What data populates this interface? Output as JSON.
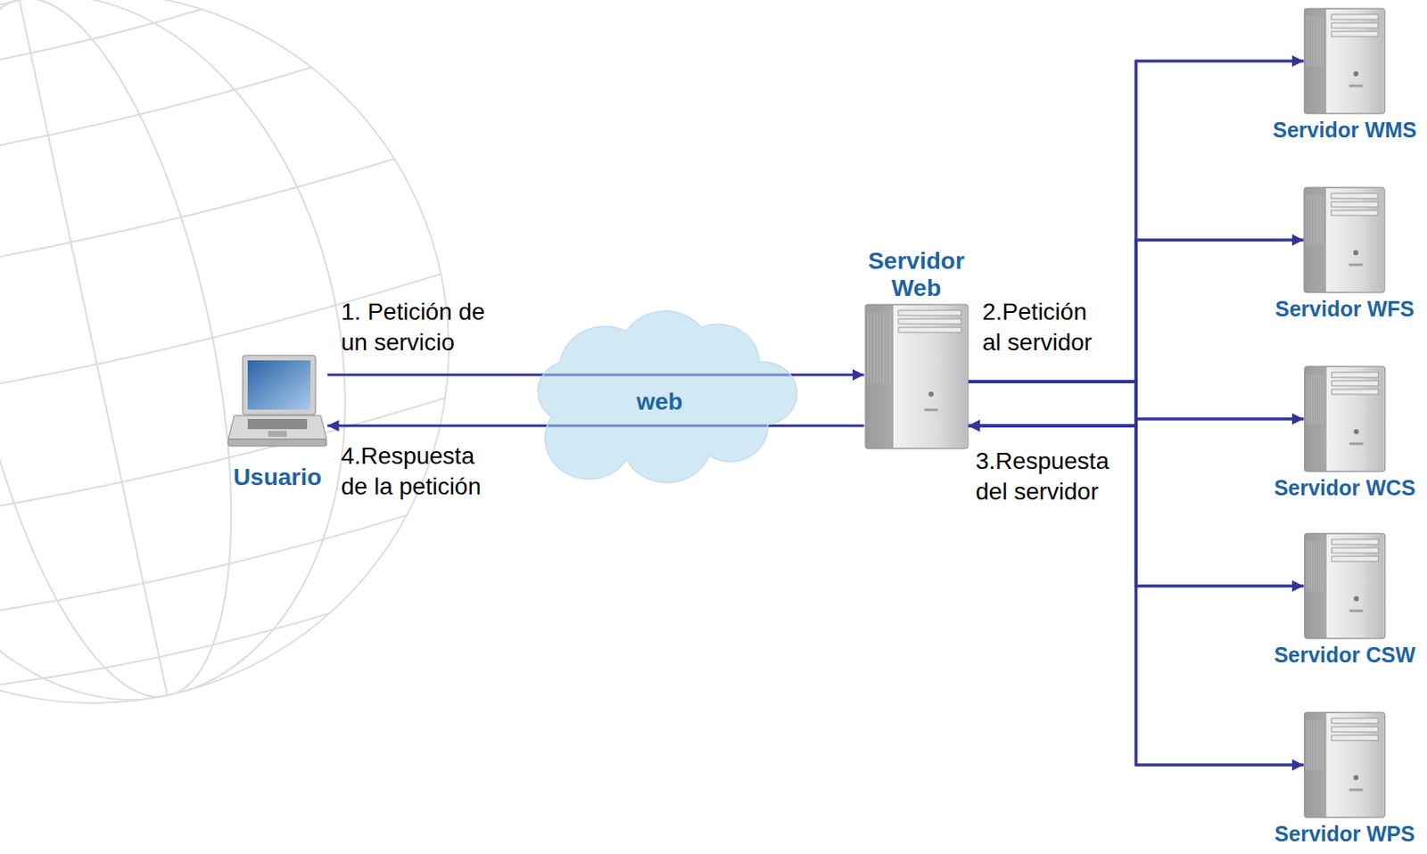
{
  "diagram": {
    "nodes": [
      {
        "text": [
          "Usuario"
        ]
      },
      {
        "text": [
          "web"
        ]
      },
      {
        "text": [
          "Servidor Web"
        ]
      },
      {
        "text": [
          "Servidor WMS"
        ]
      },
      {
        "text": [
          "Servidor WFS"
        ]
      },
      {
        "text": [
          "Servidor WCS"
        ]
      },
      {
        "text": [
          "Servidor CSW"
        ]
      },
      {
        "text": [
          "Servidor WPS"
        ]
      }
    ],
    "edges": [
      {
        "from": 0,
        "to": 2,
        "arrow": "to",
        "label": "1. Petición de un servicio"
      },
      {
        "from": 2,
        "to": 0,
        "arrow": "to",
        "label": "4.Respuesta de la petición"
      },
      {
        "from": 2,
        "to": 3,
        "arrow": "to"
      },
      {
        "from": 2,
        "to": 4,
        "arrow": "to"
      },
      {
        "from": 2,
        "to": 5,
        "arrow": "to"
      },
      {
        "from": 2,
        "to": 6,
        "arrow": "to"
      },
      {
        "from": 2,
        "to": 7,
        "arrow": "to"
      },
      {
        "from": 3,
        "to": 2,
        "arrow": "to"
      },
      {
        "from": 4,
        "to": 2,
        "arrow": "to"
      },
      {
        "from": 5,
        "to": 2,
        "arrow": "to"
      },
      {
        "from": 6,
        "to": 2,
        "arrow": "to"
      },
      {
        "from": 7,
        "to": 2,
        "arrow": "to"
      }
    ],
    "labels": [
      "2.Petición al servidor",
      "3.Respuesta del servidor"
    ]
  }
}
